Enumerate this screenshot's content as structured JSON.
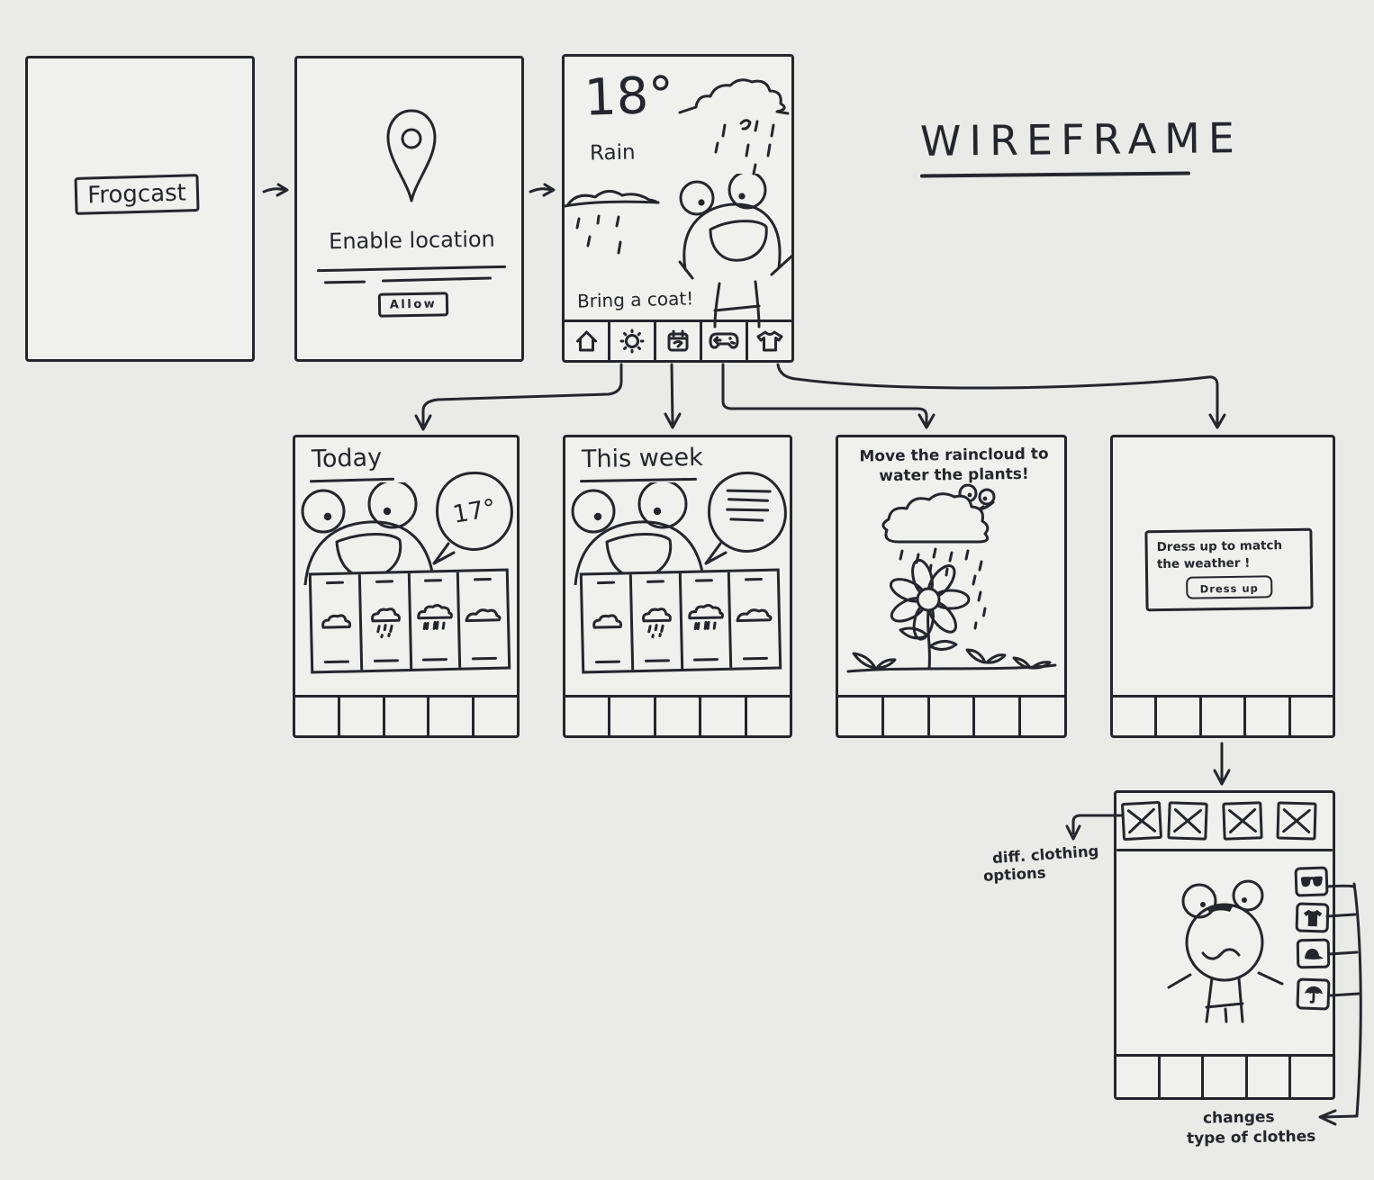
{
  "title": "WIREFRAME",
  "colors": {
    "ink": "#24262b",
    "background": "#eaebe8",
    "screen": "#f0f1ee"
  },
  "flow": {
    "splash": {
      "logo": "Frogcast"
    },
    "location": {
      "heading": "Enable location",
      "allow_button": "Allow",
      "icon": "location-pin-icon"
    },
    "home": {
      "temperature": "18°",
      "condition": "Rain",
      "advice": "Bring a coat!",
      "nav_icons": [
        "home-icon",
        "sun-icon",
        "calendar-icon",
        "game-controller-icon",
        "tshirt-icon"
      ]
    },
    "today": {
      "heading": "Today",
      "speech_bubble_temp": "17°",
      "forecast_icons": [
        "cloud",
        "rain-cloud",
        "heavy-rain-cloud",
        "wide-cloud"
      ]
    },
    "this_week": {
      "heading": "This week",
      "forecast_icons": [
        "cloud",
        "rain-cloud",
        "heavy-rain-cloud",
        "wide-cloud"
      ]
    },
    "rain_game": {
      "instruction_line1": "Move the raincloud to",
      "instruction_line2": "water the plants!"
    },
    "dress_prompt": {
      "dialog_line1": "Dress up to match",
      "dialog_line2": "the weather !",
      "dress_button": "Dress up"
    },
    "dress_up": {
      "clothing_slot_count": 4,
      "category_icons": [
        "sunglasses-icon",
        "tshirt-icon",
        "cap-icon",
        "umbrella-icon"
      ]
    }
  },
  "annotations": {
    "clothing_options_line1": "diff. clothing",
    "clothing_options_line2": "options",
    "changes_clothes_line1": "changes",
    "changes_clothes_line2": "type of clothes"
  }
}
